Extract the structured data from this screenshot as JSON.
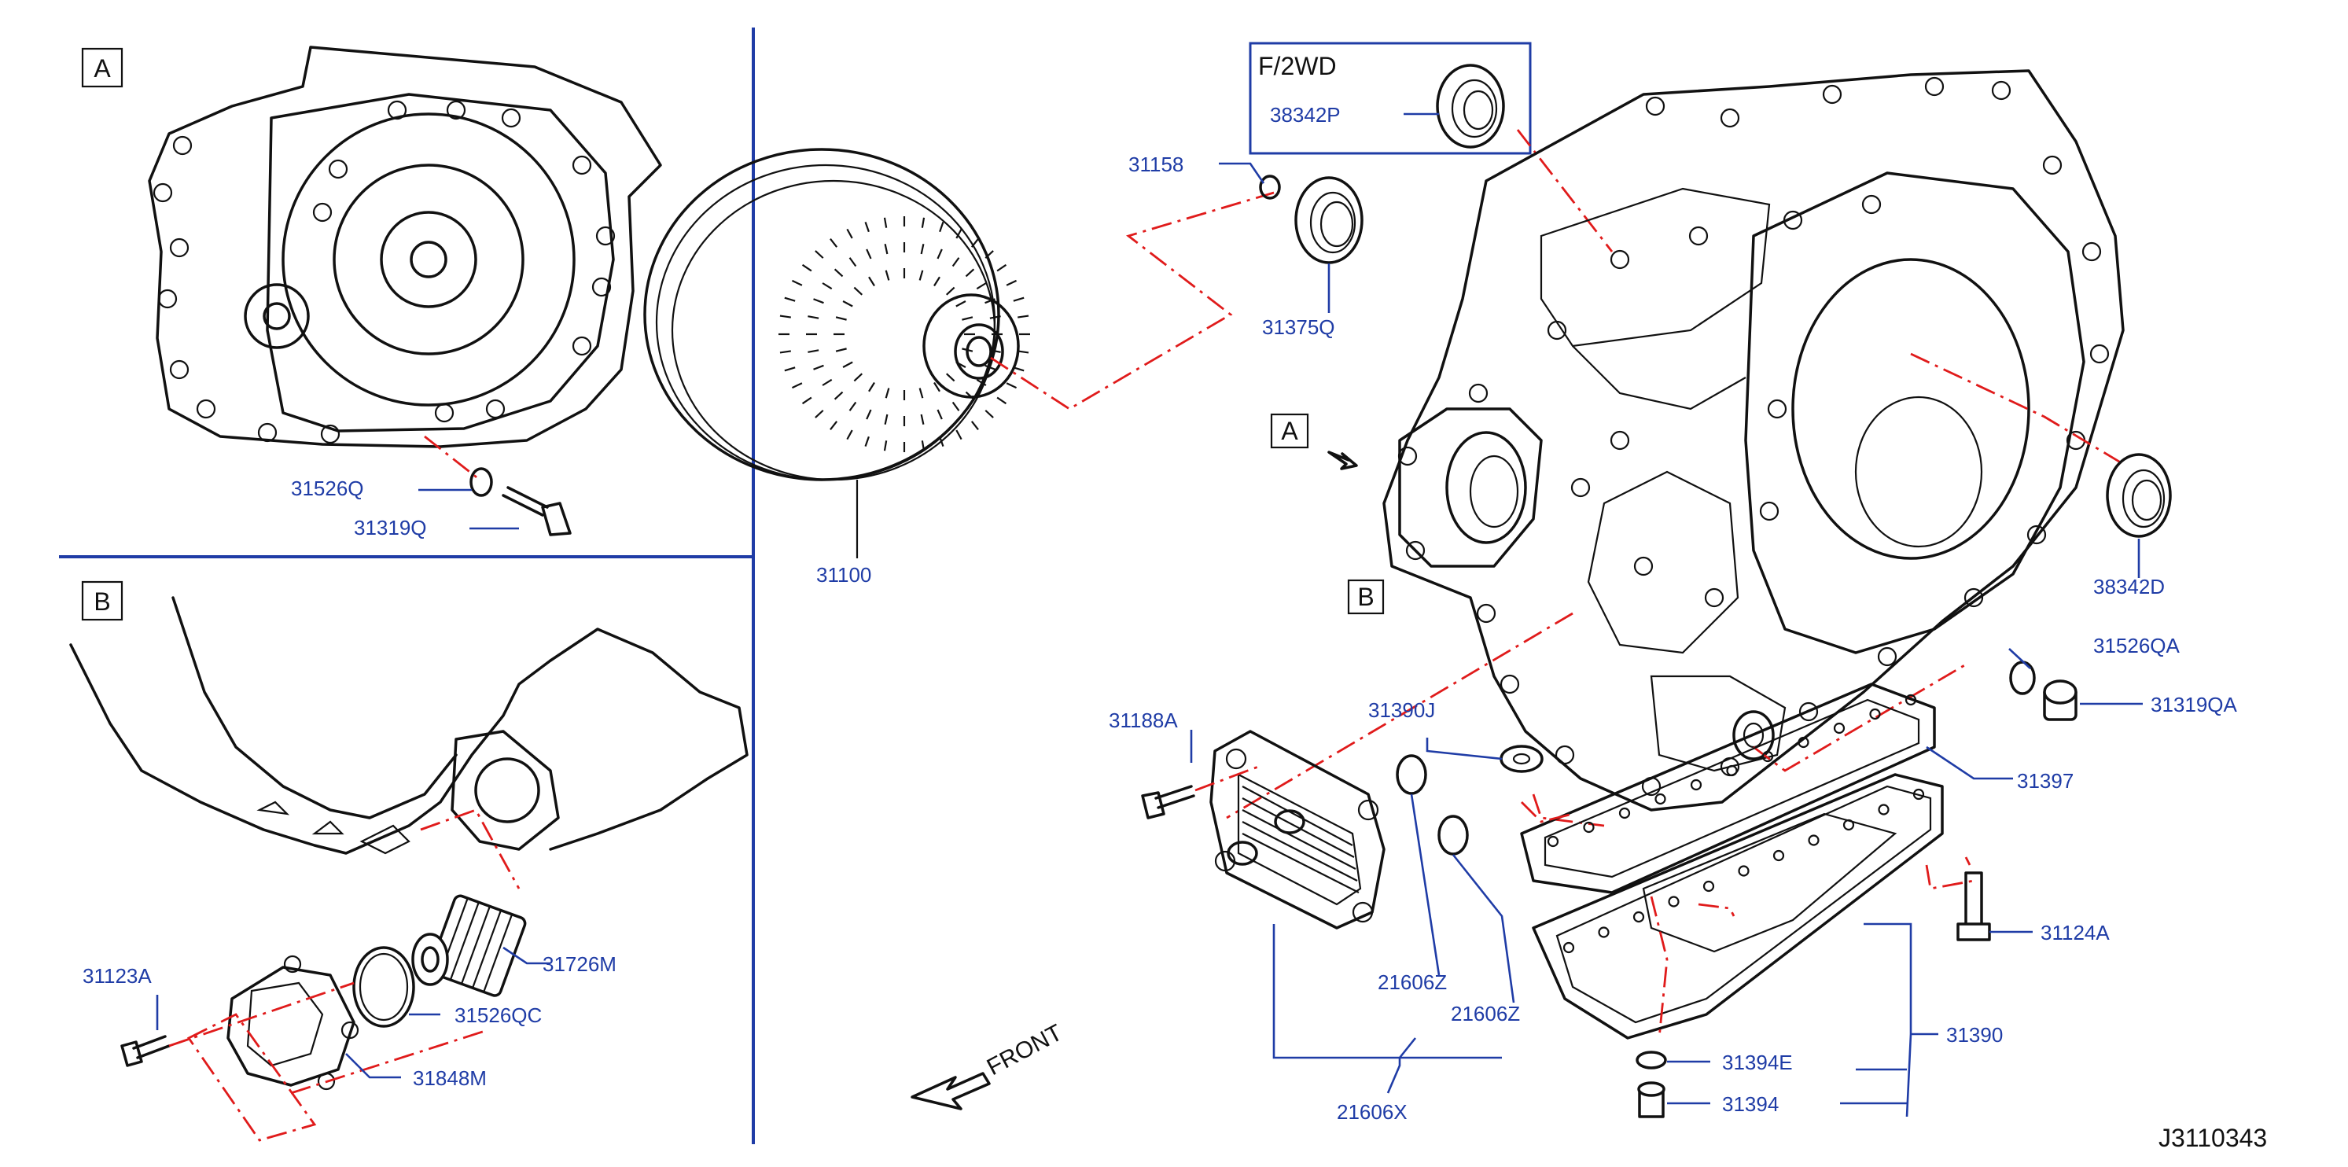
{
  "section_labels": {
    "a_box": "A",
    "b_box": "B",
    "a_callout": "A",
    "b_callout": "B"
  },
  "inset_title": "F/2WD",
  "front_label": "FRONT",
  "diagram_code": "J3110343",
  "parts": [
    {
      "id": "p31526Q",
      "label": "31526Q"
    },
    {
      "id": "p31319Q",
      "label": "31319Q"
    },
    {
      "id": "p31100",
      "label": "31100"
    },
    {
      "id": "p31158",
      "label": "31158"
    },
    {
      "id": "p31375Q",
      "label": "31375Q"
    },
    {
      "id": "p38342P",
      "label": "38342P"
    },
    {
      "id": "p38342D",
      "label": "38342D"
    },
    {
      "id": "p31526QA",
      "label": "31526QA"
    },
    {
      "id": "p31319QA",
      "label": "31319QA"
    },
    {
      "id": "p31188A",
      "label": "31188A"
    },
    {
      "id": "p31390J",
      "label": "31390J"
    },
    {
      "id": "p31397",
      "label": "31397"
    },
    {
      "id": "p31124A",
      "label": "31124A"
    },
    {
      "id": "p21606Z_1",
      "label": "21606Z"
    },
    {
      "id": "p21606Z_2",
      "label": "21606Z"
    },
    {
      "id": "p21606X",
      "label": "21606X"
    },
    {
      "id": "p31390",
      "label": "31390"
    },
    {
      "id": "p31394E",
      "label": "31394E"
    },
    {
      "id": "p31394",
      "label": "31394"
    },
    {
      "id": "p31123A",
      "label": "31123A"
    },
    {
      "id": "p31526QC",
      "label": "31526QC"
    },
    {
      "id": "p31726M",
      "label": "31726M"
    },
    {
      "id": "p31848M",
      "label": "31848M"
    }
  ]
}
